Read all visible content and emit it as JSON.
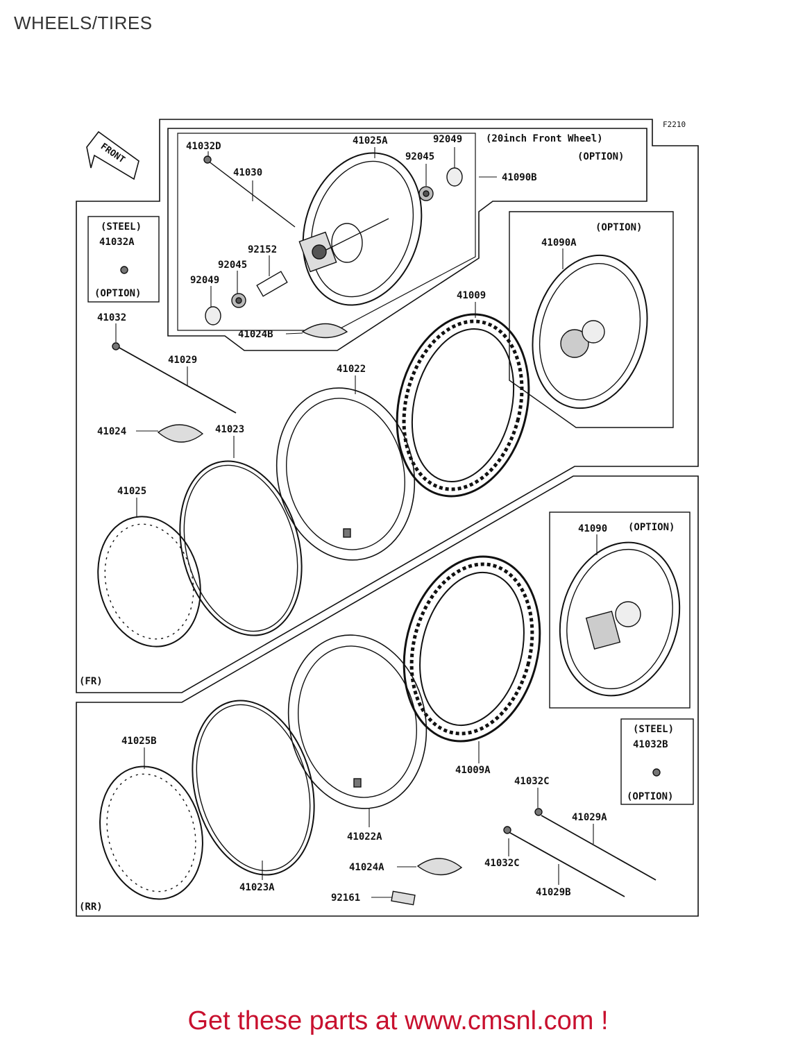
{
  "page_title": "WHEELS/TIRES",
  "figure_code": "F2210",
  "front_arrow_label": "FRONT",
  "promo_text": "Get these parts at www.cmsnl.com !",
  "notes": {
    "front_wheel_20": "(20inch Front Wheel)",
    "option": "(OPTION)",
    "steel": "(STEEL)",
    "fr": "(FR)",
    "rr": "(RR)"
  },
  "parts": {
    "p41032D": "41032D",
    "p41025A": "41025A",
    "p92049a": "92049",
    "p92045a": "92045",
    "p41090B": "41090B",
    "p41030": "41030",
    "p41032A": "41032A",
    "p92152": "92152",
    "p92045b": "92045",
    "p92049b": "92049",
    "p41024B": "41024B",
    "p41090A": "41090A",
    "p41009": "41009",
    "p41032": "41032",
    "p41029": "41029",
    "p41022": "41022",
    "p41024": "41024",
    "p41023": "41023",
    "p41025": "41025",
    "p41090": "41090",
    "p41025B": "41025B",
    "p41009A": "41009A",
    "p41032B": "41032B",
    "p41032C_a": "41032C",
    "p41029A": "41029A",
    "p41022A": "41022A",
    "p41024A": "41024A",
    "p41032C_b": "41032C",
    "p41029B": "41029B",
    "p92161": "92161",
    "p41023A": "41023A"
  }
}
